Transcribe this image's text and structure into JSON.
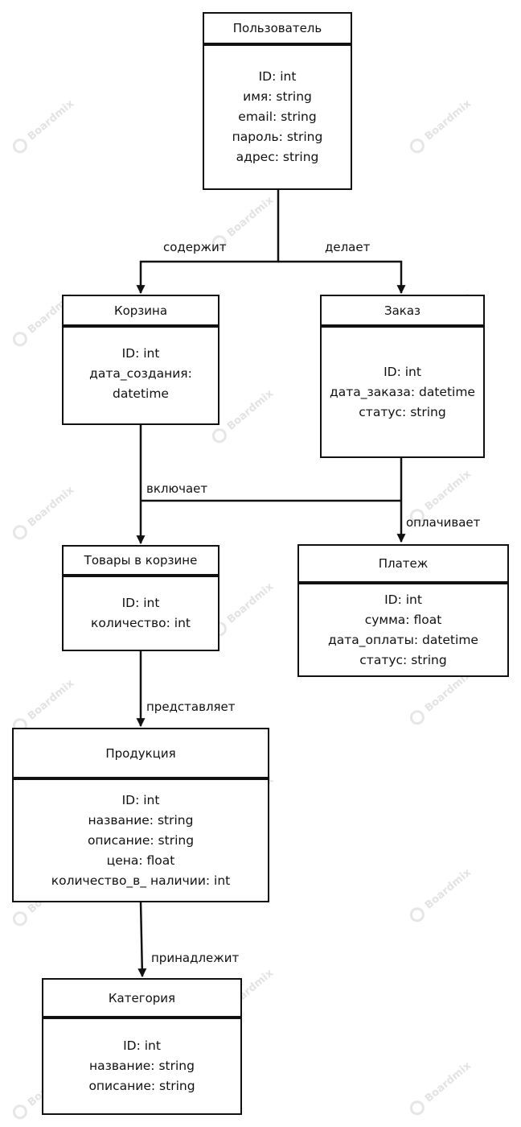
{
  "watermark": {
    "text": "Boardmix"
  },
  "entities": {
    "user": {
      "title": "Пользователь",
      "fields": [
        "ID: int",
        "имя: string",
        "email: string",
        "пароль: string",
        "адрес: string"
      ]
    },
    "cart": {
      "title": "Корзина",
      "fields": [
        "ID: int",
        "дата_создания:",
        "datetime"
      ]
    },
    "order": {
      "title": "Заказ",
      "fields": [
        "ID: int",
        "дата_заказа: datetime",
        "статус: string"
      ]
    },
    "cart_items": {
      "title": "Товары в корзине",
      "fields": [
        "ID: int",
        "количество: int"
      ]
    },
    "payment": {
      "title": "Платеж",
      "fields": [
        "ID: int",
        "сумма: float",
        "дата_оплаты: datetime",
        "статус: string"
      ]
    },
    "product": {
      "title": "Продукция",
      "fields": [
        "ID: int",
        "название: string",
        "описание: string",
        "цена: float",
        "количество_в_ наличии: int"
      ]
    },
    "category": {
      "title": "Категория",
      "fields": [
        "ID: int",
        "название: string",
        "описание: string"
      ]
    }
  },
  "relations": {
    "contains": "содержит",
    "makes": "делает",
    "includes": "включает",
    "pays": "оплачивает",
    "represents": "представляет",
    "belongs": "принадлежит"
  }
}
